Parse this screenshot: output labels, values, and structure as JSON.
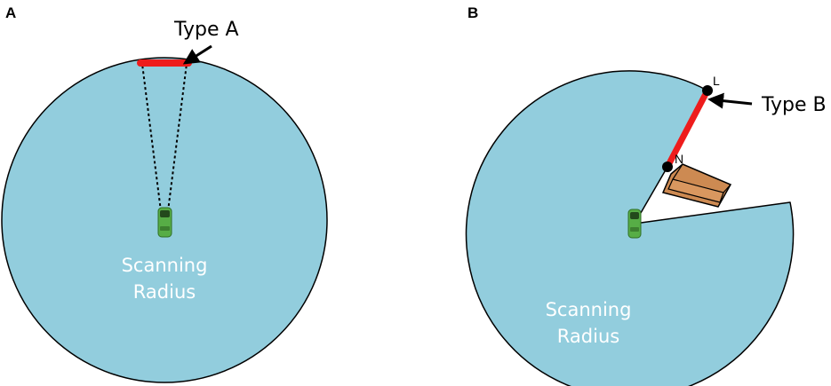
{
  "panels": {
    "a": {
      "letter": "A",
      "pointer_label": "Type A",
      "scan_line1": "Scanning",
      "scan_line2": "Radius"
    },
    "b": {
      "letter": "B",
      "pointer_label": "Type B",
      "scan_line1": "Scanning",
      "scan_line2": "Radius",
      "point_l": "L",
      "point_n": "N"
    }
  },
  "colors": {
    "scan_area": "#92cddd",
    "outline": "#000000",
    "edge_highlight": "#ee1c1c",
    "vehicle": "#57ad46",
    "obstacle": "#cd8a52"
  }
}
